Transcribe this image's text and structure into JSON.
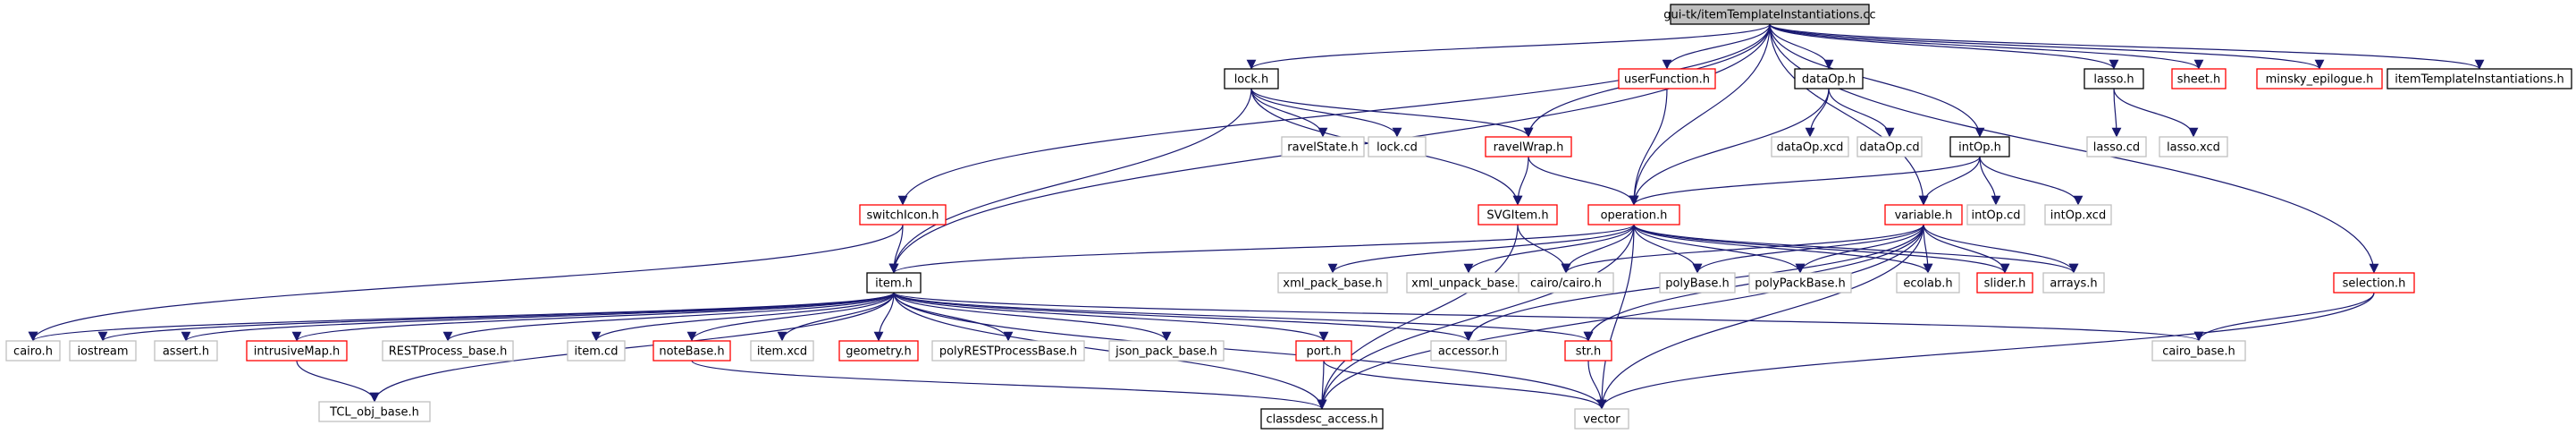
{
  "colors": {
    "root_fill": "#bfbfbf",
    "normal_border": "#000000",
    "red_border": "#ff0000",
    "gray_border": "#bfbfbf",
    "edge": "#191970"
  },
  "nodes": [
    {
      "id": "root",
      "label": "gui-tk/itemTemplateInstantiations.cc",
      "style": "root"
    },
    {
      "id": "lock_h",
      "label": "lock.h",
      "style": "normal"
    },
    {
      "id": "userFunction_h",
      "label": "userFunction.h",
      "style": "red"
    },
    {
      "id": "dataOp_h",
      "label": "dataOp.h",
      "style": "normal"
    },
    {
      "id": "lasso_h",
      "label": "lasso.h",
      "style": "normal"
    },
    {
      "id": "sheet_h",
      "label": "sheet.h",
      "style": "red"
    },
    {
      "id": "minsky_epilogue_h",
      "label": "minsky_epilogue.h",
      "style": "red"
    },
    {
      "id": "itemTemplateInstantiations_h",
      "label": "itemTemplateInstantiations.h",
      "style": "normal"
    },
    {
      "id": "ravelState_h",
      "label": "ravelState.h",
      "style": "gray"
    },
    {
      "id": "lock_cd",
      "label": "lock.cd",
      "style": "gray"
    },
    {
      "id": "ravelWrap_h",
      "label": "ravelWrap.h",
      "style": "red"
    },
    {
      "id": "dataOp_xcd",
      "label": "dataOp.xcd",
      "style": "gray"
    },
    {
      "id": "dataOp_cd",
      "label": "dataOp.cd",
      "style": "gray"
    },
    {
      "id": "lasso_cd",
      "label": "lasso.cd",
      "style": "gray"
    },
    {
      "id": "lasso_xcd",
      "label": "lasso.xcd",
      "style": "gray"
    },
    {
      "id": "intOp_h",
      "label": "intOp.h",
      "style": "normal"
    },
    {
      "id": "switchIcon_h",
      "label": "switchIcon.h",
      "style": "red"
    },
    {
      "id": "SVGItem_h",
      "label": "SVGItem.h",
      "style": "red"
    },
    {
      "id": "operation_h",
      "label": "operation.h",
      "style": "red"
    },
    {
      "id": "variable_h",
      "label": "variable.h",
      "style": "red"
    },
    {
      "id": "intOp_cd",
      "label": "intOp.cd",
      "style": "gray"
    },
    {
      "id": "intOp_xcd",
      "label": "intOp.xcd",
      "style": "gray"
    },
    {
      "id": "item_h",
      "label": "item.h",
      "style": "normal"
    },
    {
      "id": "xml_pack_base_h",
      "label": "xml_pack_base.h",
      "style": "gray"
    },
    {
      "id": "xml_unpack_base_h",
      "label": "xml_unpack_base.h",
      "style": "gray"
    },
    {
      "id": "cairo_cairo_h",
      "label": "cairo/cairo.h",
      "style": "gray"
    },
    {
      "id": "polyBase_h",
      "label": "polyBase.h",
      "style": "gray"
    },
    {
      "id": "polyPackBase_h",
      "label": "polyPackBase.h",
      "style": "gray"
    },
    {
      "id": "ecolab_h",
      "label": "ecolab.h",
      "style": "gray"
    },
    {
      "id": "slider_h",
      "label": "slider.h",
      "style": "red"
    },
    {
      "id": "arrays_h",
      "label": "arrays.h",
      "style": "gray"
    },
    {
      "id": "selection_h",
      "label": "selection.h",
      "style": "red"
    },
    {
      "id": "cairo_h",
      "label": "cairo.h",
      "style": "gray"
    },
    {
      "id": "iostream",
      "label": "iostream",
      "style": "gray"
    },
    {
      "id": "assert_h",
      "label": "assert.h",
      "style": "gray"
    },
    {
      "id": "intrusiveMap_h",
      "label": "intrusiveMap.h",
      "style": "red"
    },
    {
      "id": "RESTProcess_base_h",
      "label": "RESTProcess_base.h",
      "style": "gray"
    },
    {
      "id": "item_cd",
      "label": "item.cd",
      "style": "gray"
    },
    {
      "id": "noteBase_h",
      "label": "noteBase.h",
      "style": "red"
    },
    {
      "id": "item_xcd",
      "label": "item.xcd",
      "style": "gray"
    },
    {
      "id": "geometry_h",
      "label": "geometry.h",
      "style": "red"
    },
    {
      "id": "polyRESTProcessBase_h",
      "label": "polyRESTProcessBase.h",
      "style": "gray"
    },
    {
      "id": "json_pack_base_h",
      "label": "json_pack_base.h",
      "style": "gray"
    },
    {
      "id": "port_h",
      "label": "port.h",
      "style": "red"
    },
    {
      "id": "accessor_h",
      "label": "accessor.h",
      "style": "gray"
    },
    {
      "id": "str_h",
      "label": "str.h",
      "style": "red"
    },
    {
      "id": "cairo_base_h",
      "label": "cairo_base.h",
      "style": "gray"
    },
    {
      "id": "TCL_obj_base_h",
      "label": "TCL_obj_base.h",
      "style": "gray"
    },
    {
      "id": "classdesc_access_h",
      "label": "classdesc_access.h",
      "style": "normal"
    },
    {
      "id": "vector",
      "label": "vector",
      "style": "gray"
    }
  ],
  "edges": [
    [
      "root",
      "lock_h"
    ],
    [
      "root",
      "userFunction_h"
    ],
    [
      "root",
      "dataOp_h"
    ],
    [
      "root",
      "lasso_h"
    ],
    [
      "root",
      "sheet_h"
    ],
    [
      "root",
      "minsky_epilogue_h"
    ],
    [
      "root",
      "itemTemplateInstantiations_h"
    ],
    [
      "root",
      "ravelWrap_h"
    ],
    [
      "root",
      "switchIcon_h"
    ],
    [
      "root",
      "operation_h"
    ],
    [
      "root",
      "variable_h"
    ],
    [
      "root",
      "intOp_h"
    ],
    [
      "root",
      "item_h"
    ],
    [
      "root",
      "selection_h"
    ],
    [
      "lock_h",
      "ravelState_h"
    ],
    [
      "lock_h",
      "lock_cd"
    ],
    [
      "lock_h",
      "ravelWrap_h"
    ],
    [
      "lock_h",
      "SVGItem_h"
    ],
    [
      "lock_h",
      "item_h"
    ],
    [
      "ravelWrap_h",
      "SVGItem_h"
    ],
    [
      "ravelWrap_h",
      "operation_h"
    ],
    [
      "userFunction_h",
      "operation_h"
    ],
    [
      "dataOp_h",
      "dataOp_xcd"
    ],
    [
      "dataOp_h",
      "dataOp_cd"
    ],
    [
      "dataOp_h",
      "operation_h"
    ],
    [
      "lasso_h",
      "lasso_cd"
    ],
    [
      "lasso_h",
      "lasso_xcd"
    ],
    [
      "intOp_h",
      "intOp_cd"
    ],
    [
      "intOp_h",
      "intOp_xcd"
    ],
    [
      "intOp_h",
      "operation_h"
    ],
    [
      "intOp_h",
      "variable_h"
    ],
    [
      "switchIcon_h",
      "item_h"
    ],
    [
      "switchIcon_h",
      "cairo_h"
    ],
    [
      "SVGItem_h",
      "cairo_cairo_h"
    ],
    [
      "SVGItem_h",
      "classdesc_access_h"
    ],
    [
      "operation_h",
      "item_h"
    ],
    [
      "operation_h",
      "xml_pack_base_h"
    ],
    [
      "operation_h",
      "xml_unpack_base_h"
    ],
    [
      "operation_h",
      "cairo_cairo_h"
    ],
    [
      "operation_h",
      "polyBase_h"
    ],
    [
      "operation_h",
      "polyPackBase_h"
    ],
    [
      "operation_h",
      "ecolab_h"
    ],
    [
      "operation_h",
      "slider_h"
    ],
    [
      "operation_h",
      "arrays_h"
    ],
    [
      "operation_h",
      "vector"
    ],
    [
      "operation_h",
      "classdesc_access_h"
    ],
    [
      "variable_h",
      "cairo_cairo_h"
    ],
    [
      "variable_h",
      "polyBase_h"
    ],
    [
      "variable_h",
      "polyPackBase_h"
    ],
    [
      "variable_h",
      "ecolab_h"
    ],
    [
      "variable_h",
      "slider_h"
    ],
    [
      "variable_h",
      "arrays_h"
    ],
    [
      "variable_h",
      "str_h"
    ],
    [
      "variable_h",
      "accessor_h"
    ],
    [
      "variable_h",
      "classdesc_access_h"
    ],
    [
      "variable_h",
      "vector"
    ],
    [
      "selection_h",
      "cairo_base_h"
    ],
    [
      "selection_h",
      "vector"
    ],
    [
      "item_h",
      "cairo_h"
    ],
    [
      "item_h",
      "iostream"
    ],
    [
      "item_h",
      "assert_h"
    ],
    [
      "item_h",
      "intrusiveMap_h"
    ],
    [
      "item_h",
      "RESTProcess_base_h"
    ],
    [
      "item_h",
      "item_cd"
    ],
    [
      "item_h",
      "noteBase_h"
    ],
    [
      "item_h",
      "item_xcd"
    ],
    [
      "item_h",
      "geometry_h"
    ],
    [
      "item_h",
      "polyRESTProcessBase_h"
    ],
    [
      "item_h",
      "json_pack_base_h"
    ],
    [
      "item_h",
      "port_h"
    ],
    [
      "item_h",
      "accessor_h"
    ],
    [
      "item_h",
      "str_h"
    ],
    [
      "item_h",
      "cairo_base_h"
    ],
    [
      "item_h",
      "TCL_obj_base_h"
    ],
    [
      "item_h",
      "classdesc_access_h"
    ],
    [
      "item_h",
      "vector"
    ],
    [
      "intrusiveMap_h",
      "TCL_obj_base_h"
    ],
    [
      "noteBase_h",
      "classdesc_access_h"
    ],
    [
      "port_h",
      "classdesc_access_h"
    ],
    [
      "port_h",
      "vector"
    ],
    [
      "str_h",
      "vector"
    ]
  ]
}
